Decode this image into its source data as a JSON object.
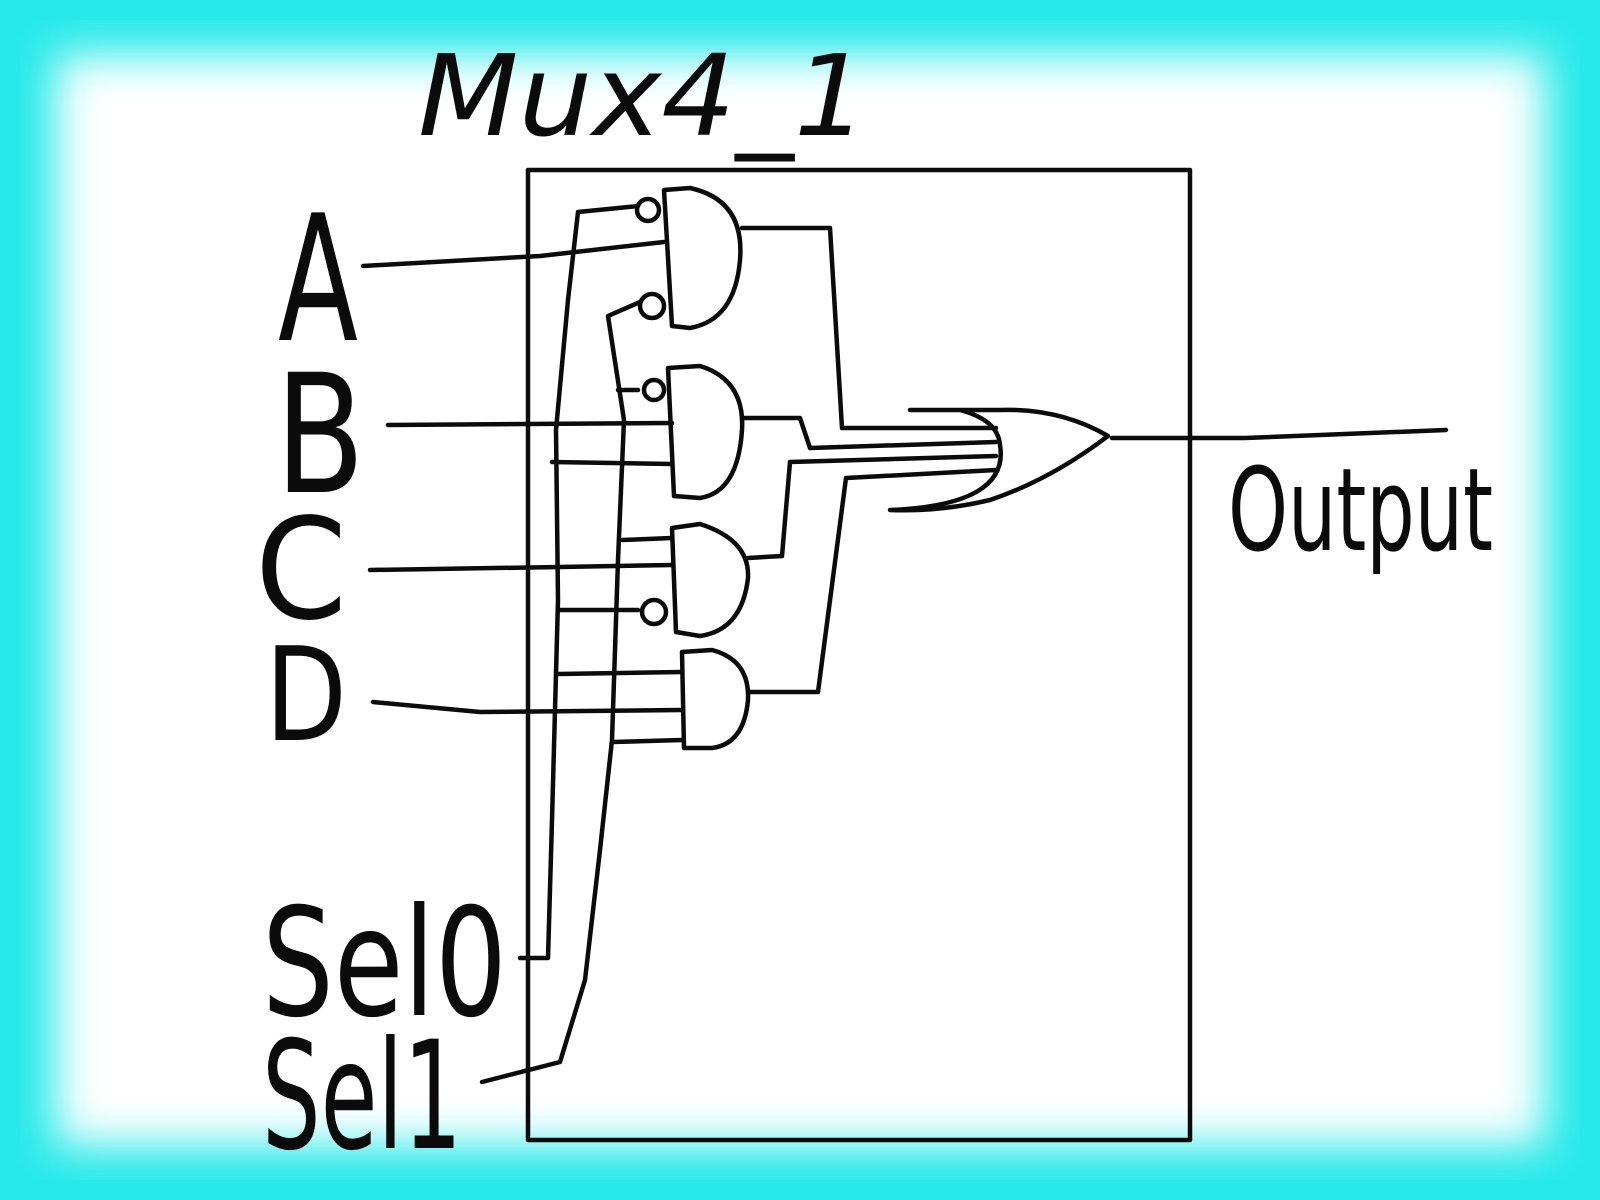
{
  "diagram": {
    "title": "Mux4_1",
    "inputs": [
      "A",
      "B",
      "C",
      "D"
    ],
    "select_lines": [
      "Sel0",
      "Sel1"
    ],
    "output": "Output"
  },
  "colors": {
    "border_glow": "#27e9e9",
    "ink": "#0b0b0b",
    "background": "#ffffff"
  }
}
